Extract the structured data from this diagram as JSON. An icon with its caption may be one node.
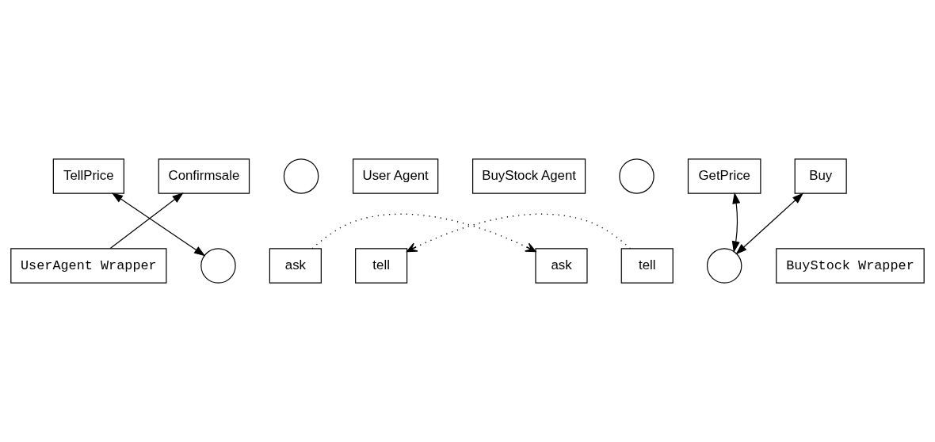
{
  "diagram": {
    "nodes": [
      {
        "text": [],
        "shape": "circle"
      },
      {
        "text": [
          "TellPrice"
        ]
      },
      {
        "text": [
          "User Agent"
        ]
      },
      {
        "text": [
          "Confirmsale"
        ]
      },
      {
        "text": [],
        "shape": "circle"
      },
      {
        "text": [
          "BuyStock Agent"
        ]
      },
      {
        "text": [
          "GetPrice"
        ]
      },
      {
        "text": [
          "Buy"
        ]
      },
      {
        "text": [],
        "shape": "circle"
      },
      {
        "text": [
          "UserAgent Wrapper"
        ]
      },
      {
        "text": [
          "ask"
        ]
      },
      {
        "text": [
          "tell"
        ]
      },
      {
        "text": [],
        "shape": "circle"
      },
      {
        "text": [
          "ask"
        ]
      },
      {
        "text": [
          "BuyStock Wrapper"
        ]
      },
      {
        "text": [
          "tell"
        ]
      }
    ],
    "edges": [
      {
        "from": 8,
        "to": 1,
        "arrow": "both"
      },
      {
        "from": 9,
        "to": 3,
        "arrow": "to"
      },
      {
        "from": 10,
        "to": 13,
        "arrow": "to",
        "style": "dashed"
      },
      {
        "from": 15,
        "to": 11,
        "arrow": "to",
        "style": "dashed"
      },
      {
        "from": 12,
        "to": 6,
        "arrow": "both"
      },
      {
        "from": 12,
        "to": 7,
        "arrow": "both"
      }
    ]
  }
}
